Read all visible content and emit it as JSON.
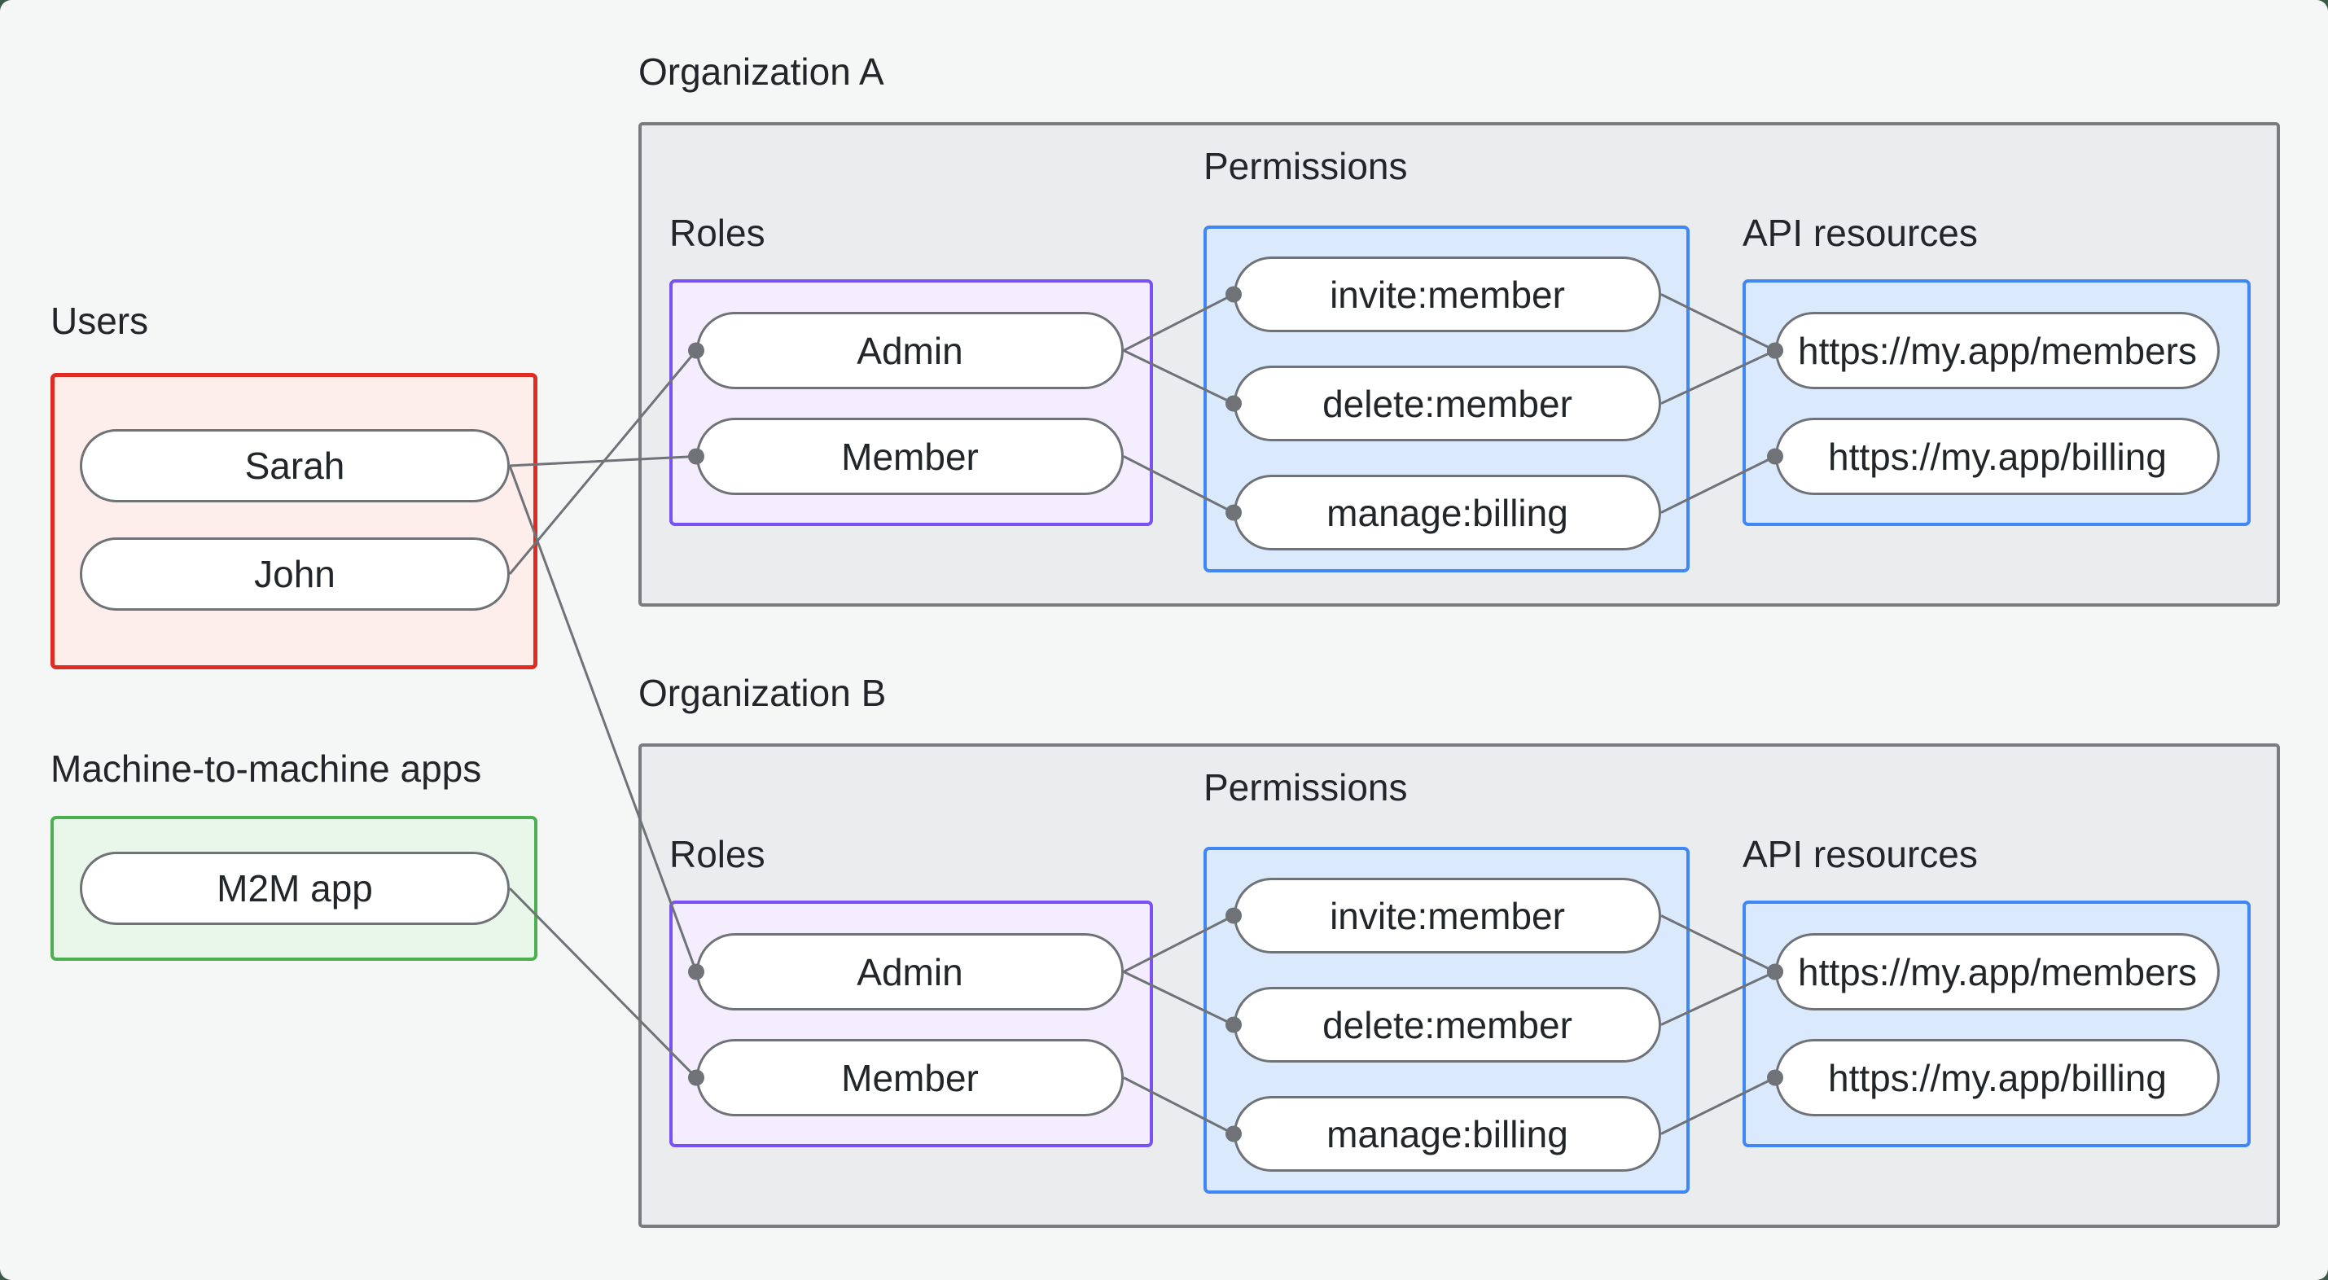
{
  "users": {
    "label": "Users",
    "items": [
      "Sarah",
      "John"
    ]
  },
  "m2m": {
    "label": "Machine-to-machine apps",
    "items": [
      "M2M app"
    ]
  },
  "organizations": [
    {
      "label": "Organization A",
      "roles": {
        "label": "Roles",
        "items": [
          "Admin",
          "Member"
        ]
      },
      "permissions": {
        "label": "Permissions",
        "items": [
          "invite:member",
          "delete:member",
          "manage:billing"
        ]
      },
      "api_resources": {
        "label": "API resources",
        "items": [
          "https://my.app/members",
          "https://my.app/billing"
        ]
      }
    },
    {
      "label": "Organization B",
      "roles": {
        "label": "Roles",
        "items": [
          "Admin",
          "Member"
        ]
      },
      "permissions": {
        "label": "Permissions",
        "items": [
          "invite:member",
          "delete:member",
          "manage:billing"
        ]
      },
      "api_resources": {
        "label": "API resources",
        "items": [
          "https://my.app/members",
          "https://my.app/billing"
        ]
      }
    }
  ],
  "connections": [
    {
      "from": "sarah",
      "to": "orgA-member"
    },
    {
      "from": "john",
      "to": "orgA-admin"
    },
    {
      "from": "sarah",
      "to": "orgB-admin"
    },
    {
      "from": "m2m",
      "to": "orgB-member"
    },
    {
      "from": "orgA-admin",
      "to": "orgA-invite"
    },
    {
      "from": "orgA-admin",
      "to": "orgA-delete"
    },
    {
      "from": "orgA-member",
      "to": "orgA-manage"
    },
    {
      "from": "orgA-invite",
      "to": "orgA-members"
    },
    {
      "from": "orgA-delete",
      "to": "orgA-members"
    },
    {
      "from": "orgA-manage",
      "to": "orgA-billing"
    },
    {
      "from": "orgB-admin",
      "to": "orgB-invite"
    },
    {
      "from": "orgB-admin",
      "to": "orgB-delete"
    },
    {
      "from": "orgB-member",
      "to": "orgB-manage"
    },
    {
      "from": "orgB-invite",
      "to": "orgB-members"
    },
    {
      "from": "orgB-delete",
      "to": "orgB-members"
    },
    {
      "from": "orgB-manage",
      "to": "orgB-billing"
    }
  ],
  "colors": {
    "page_bg": "#f5f6f6",
    "desktop_bg": "#3b5a47",
    "users_border": "#e02b22",
    "users_fill": "#fdeeec",
    "m2m_border": "#4caf50",
    "m2m_fill": "#e9f6ea",
    "org_border": "#797c7f",
    "org_fill": "#ebeced",
    "roles_border": "#7a52f4",
    "roles_fill": "#f3edfd",
    "permissions_border": "#3f87f5",
    "permissions_fill": "#daeafc",
    "node_border": "#6f7377",
    "wire": "#6f7377",
    "text": "#232629"
  }
}
